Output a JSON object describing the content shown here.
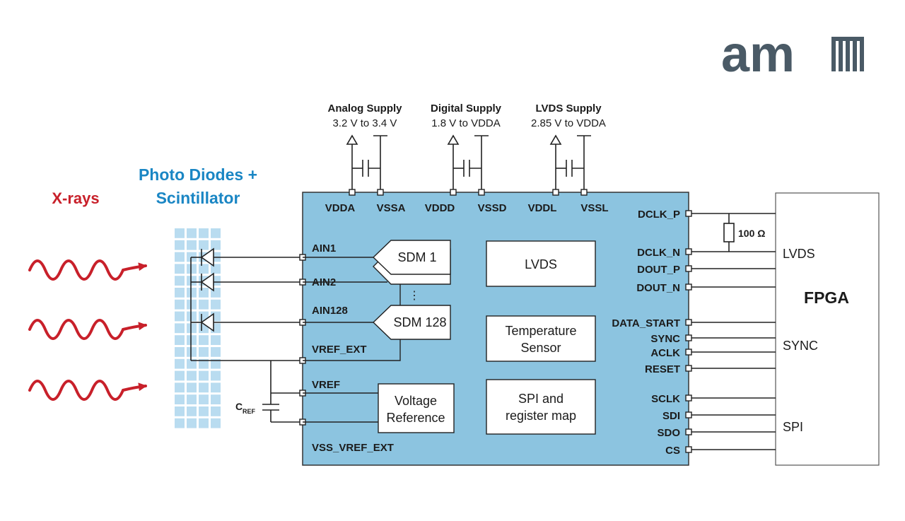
{
  "logo": {
    "text": "am",
    "color": "#4a5a66"
  },
  "labels": {
    "xrays": "X-rays",
    "photodiodes_line1": "Photo Diodes +",
    "photodiodes_line2": "Scintillator",
    "cref": "C",
    "cref_sub": "REF",
    "resistor": "100 Ω"
  },
  "supplies": [
    {
      "name": "Analog Supply",
      "range": "3.2 V to 3.4 V"
    },
    {
      "name": "Digital Supply",
      "range": "1.8 V to VDDA"
    },
    {
      "name": "LVDS Supply",
      "range": "2.85 V to VDDA"
    }
  ],
  "top_pins": [
    "VDDA",
    "VSSA",
    "VDDD",
    "VSSD",
    "VDDL",
    "VSSL"
  ],
  "left_pins": [
    "AIN1",
    "AIN2",
    "AIN128",
    "VREF_EXT",
    "VREF",
    "VSS_VREF_EXT"
  ],
  "right_pins": [
    "DCLK_P",
    "DCLK_N",
    "DOUT_P",
    "DOUT_N",
    "DATA_START",
    "SYNC",
    "ACLK",
    "RESET",
    "SCLK",
    "SDI",
    "SDO",
    "CS"
  ],
  "blocks": {
    "sdm1": "SDM 1",
    "sdm128": "SDM 128",
    "dots": "⋮",
    "lvds": "LVDS",
    "temp_line1": "Temperature",
    "temp_line2": "Sensor",
    "vref_line1": "Voltage",
    "vref_line2": "Reference",
    "spi_line1": "SPI and",
    "spi_line2": "register map"
  },
  "fpga": {
    "title": "FPGA",
    "lvds": "LVDS",
    "sync": "SYNC",
    "spi": "SPI"
  },
  "colors": {
    "chip": "#8cc4e0",
    "wave": "#c8202a",
    "diode_label": "#1a86c4",
    "scintillator": "#b9dcf0",
    "wire": "#222222"
  }
}
